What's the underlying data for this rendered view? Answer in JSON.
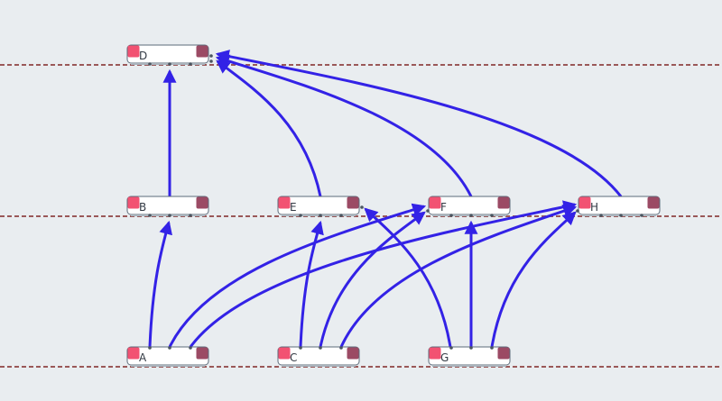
{
  "colors": {
    "background": "#e9edf0",
    "edge": "#3322e6",
    "lane_line": "#9a5858",
    "node_fill": "#ffffff",
    "node_border": "#5b6b7a",
    "node_left_tab": "#f25272",
    "node_right_tab": "#9b4a64",
    "port_dot": "#4a5560"
  },
  "nodes": [
    {
      "id": "D",
      "label": "D",
      "layer": 0,
      "slot": 0
    },
    {
      "id": "B",
      "label": "B",
      "layer": 1,
      "slot": 0
    },
    {
      "id": "E",
      "label": "E",
      "layer": 1,
      "slot": 1
    },
    {
      "id": "F",
      "label": "F",
      "layer": 1,
      "slot": 2
    },
    {
      "id": "H",
      "label": "H",
      "layer": 1,
      "slot": 3
    },
    {
      "id": "A",
      "label": "A",
      "layer": 2,
      "slot": 0
    },
    {
      "id": "C",
      "label": "C",
      "layer": 2,
      "slot": 1
    },
    {
      "id": "G",
      "label": "G",
      "layer": 2,
      "slot": 2
    }
  ],
  "edges": [
    {
      "from": "B",
      "to": "D"
    },
    {
      "from": "E",
      "to": "D"
    },
    {
      "from": "F",
      "to": "D"
    },
    {
      "from": "H",
      "to": "D"
    },
    {
      "from": "A",
      "to": "B"
    },
    {
      "from": "A",
      "to": "F"
    },
    {
      "from": "A",
      "to": "H"
    },
    {
      "from": "C",
      "to": "E"
    },
    {
      "from": "C",
      "to": "F"
    },
    {
      "from": "C",
      "to": "H"
    },
    {
      "from": "G",
      "to": "E"
    },
    {
      "from": "G",
      "to": "F"
    },
    {
      "from": "G",
      "to": "H"
    }
  ]
}
